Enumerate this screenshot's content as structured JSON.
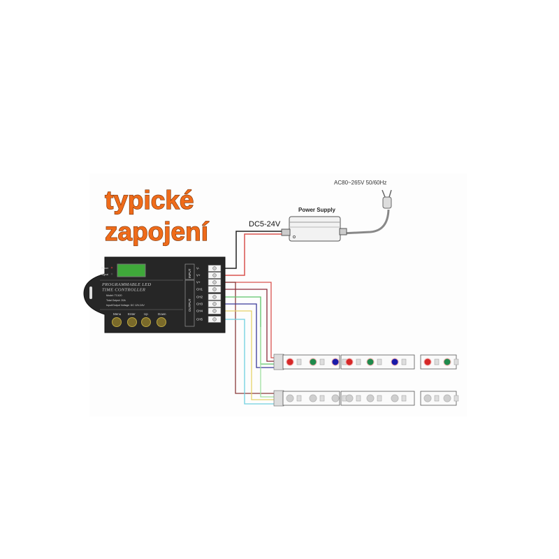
{
  "title": {
    "line1": "typické",
    "line2": "zapojení"
  },
  "power_supply": {
    "label": "Power Supply",
    "ac_label": "AC80~265V 50/60Hz",
    "dc_label": "DC5-24V"
  },
  "controller": {
    "indicator_power": "Power",
    "indicator_signal": "Signal",
    "name": "PROGRAMMABLE LED TIME CONTROLLER",
    "specs": [
      "Model: TC420",
      "Total Output: 20A",
      "Input/Output Voltage: DC 12V-24V"
    ],
    "buttons": [
      "Menu",
      "Enter",
      "Up",
      "Down"
    ],
    "section_input": "INPUT",
    "section_output": "OUTPUT",
    "terminals": [
      "V-",
      "V+",
      "V+",
      "CH1",
      "CH2",
      "CH3",
      "CH4",
      "CH5"
    ],
    "lcd_color": "#3fa83a"
  },
  "wire_colors": {
    "red": "#d9534f",
    "darkred": "#8a2a3a",
    "green": "#5cc46a",
    "blue": "#3a3a9a",
    "yellow": "#e6d36a",
    "cyan": "#6fd0e0",
    "brown": "#8a3a3a",
    "black": "#222222"
  },
  "strip_rgb": {
    "led_colors": [
      "#d62828",
      "#1f8a4c",
      "#1a1aa8"
    ]
  }
}
